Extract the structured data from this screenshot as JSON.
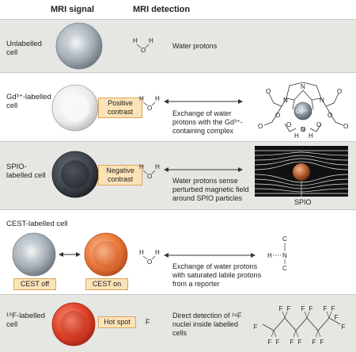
{
  "header": {
    "col_signal": "MRI signal",
    "col_detection": "MRI detection"
  },
  "rows": {
    "unlabelled": {
      "label": "Unlabelled cell",
      "molecule": {
        "h1": "H",
        "h2": "H",
        "o": "O"
      },
      "description": "Water protons"
    },
    "gd": {
      "label": "Gd³⁺-labelled cell",
      "contrast": "Positive contrast",
      "molecule": {
        "h1": "H",
        "h2": "H",
        "o": "O"
      },
      "description": "Exchange of water protons with the Gd³⁺-containing complex",
      "complex": {
        "metal": "Gd³⁺",
        "n": "N",
        "o": "O",
        "h": "H"
      }
    },
    "spio": {
      "label": "SPIO-labelled cell",
      "contrast": "Negative contrast",
      "molecule": {
        "h1": "H",
        "h2": "H",
        "o": "O"
      },
      "description": "Water protons sense perturbed magnetic field around SPIO particles",
      "particle_label": "SPIO"
    },
    "cest": {
      "label": "CEST-labelled cell",
      "off_label": "CEST off",
      "on_label": "CEST on",
      "molecule": {
        "h1": "H",
        "h2": "H",
        "o": "O"
      },
      "description": "Exchange of water protons with saturated labile protons from a reporter",
      "reporter": {
        "h": "H",
        "n": "N",
        "c1": "C",
        "c2": "C"
      }
    },
    "fluorine": {
      "label": "¹⁹F-labelled cell",
      "contrast": "Hot spot",
      "symbol": "F",
      "description": "Direct detection of ¹⁹F nuclei inside labelled cells",
      "atom": "F"
    }
  },
  "colors": {
    "band_gray": "#e6e6e3",
    "label_box": "#fbe3b8",
    "label_box_border": "#e0a35a",
    "cell_gray": "#a9b4bd",
    "cell_white": "#f2f2f2",
    "cell_dark": "#3b4148",
    "cell_orange": "#ec7a3c",
    "cell_red": "#e2442b"
  }
}
